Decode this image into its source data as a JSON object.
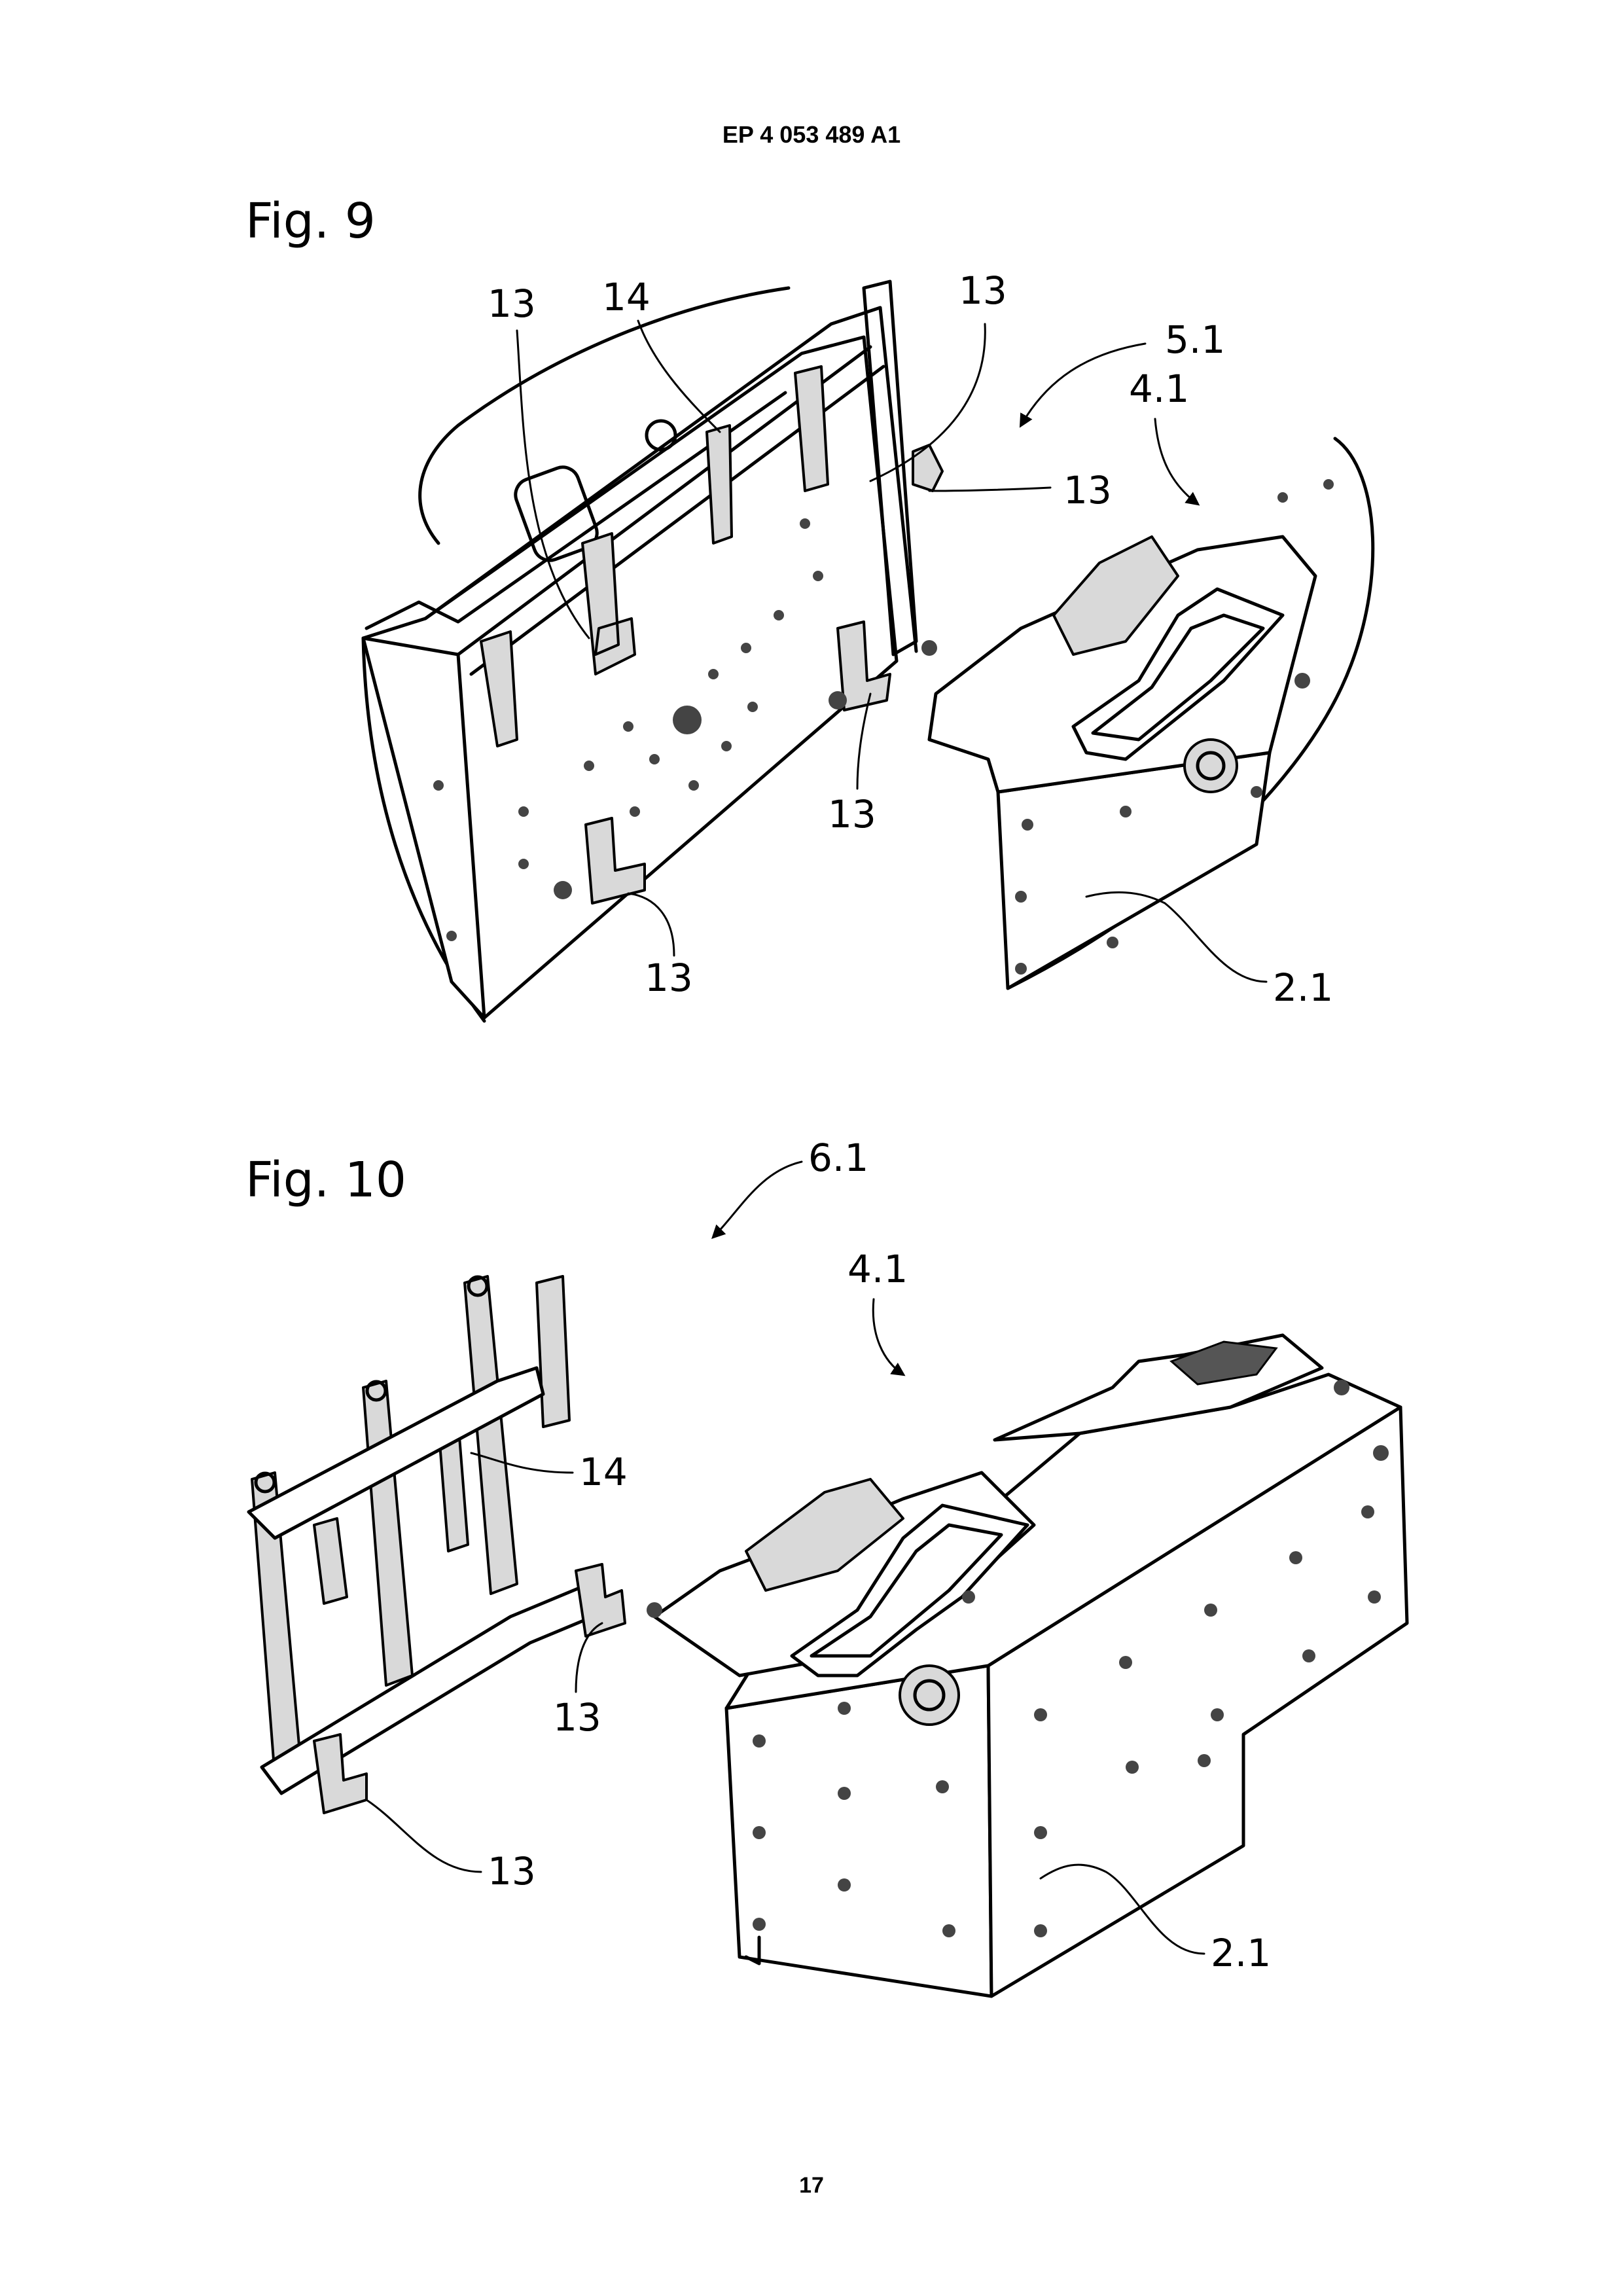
{
  "header": {
    "doc_number": "EP 4 053 489 A1"
  },
  "figures": [
    {
      "label": "Fig. 9",
      "refs": {
        "r13a": "13",
        "r14": "14",
        "r13b": "13",
        "r51": "5.1",
        "r41": "4.1",
        "r13c": "13",
        "r13d": "13",
        "r13e": "13",
        "r21": "2.1"
      }
    },
    {
      "label": "Fig. 10",
      "refs": {
        "r61": "6.1",
        "r41": "4.1",
        "r14": "14",
        "r13a": "13",
        "r13b": "13",
        "r21": "2.1"
      }
    }
  ],
  "page_number": "17"
}
